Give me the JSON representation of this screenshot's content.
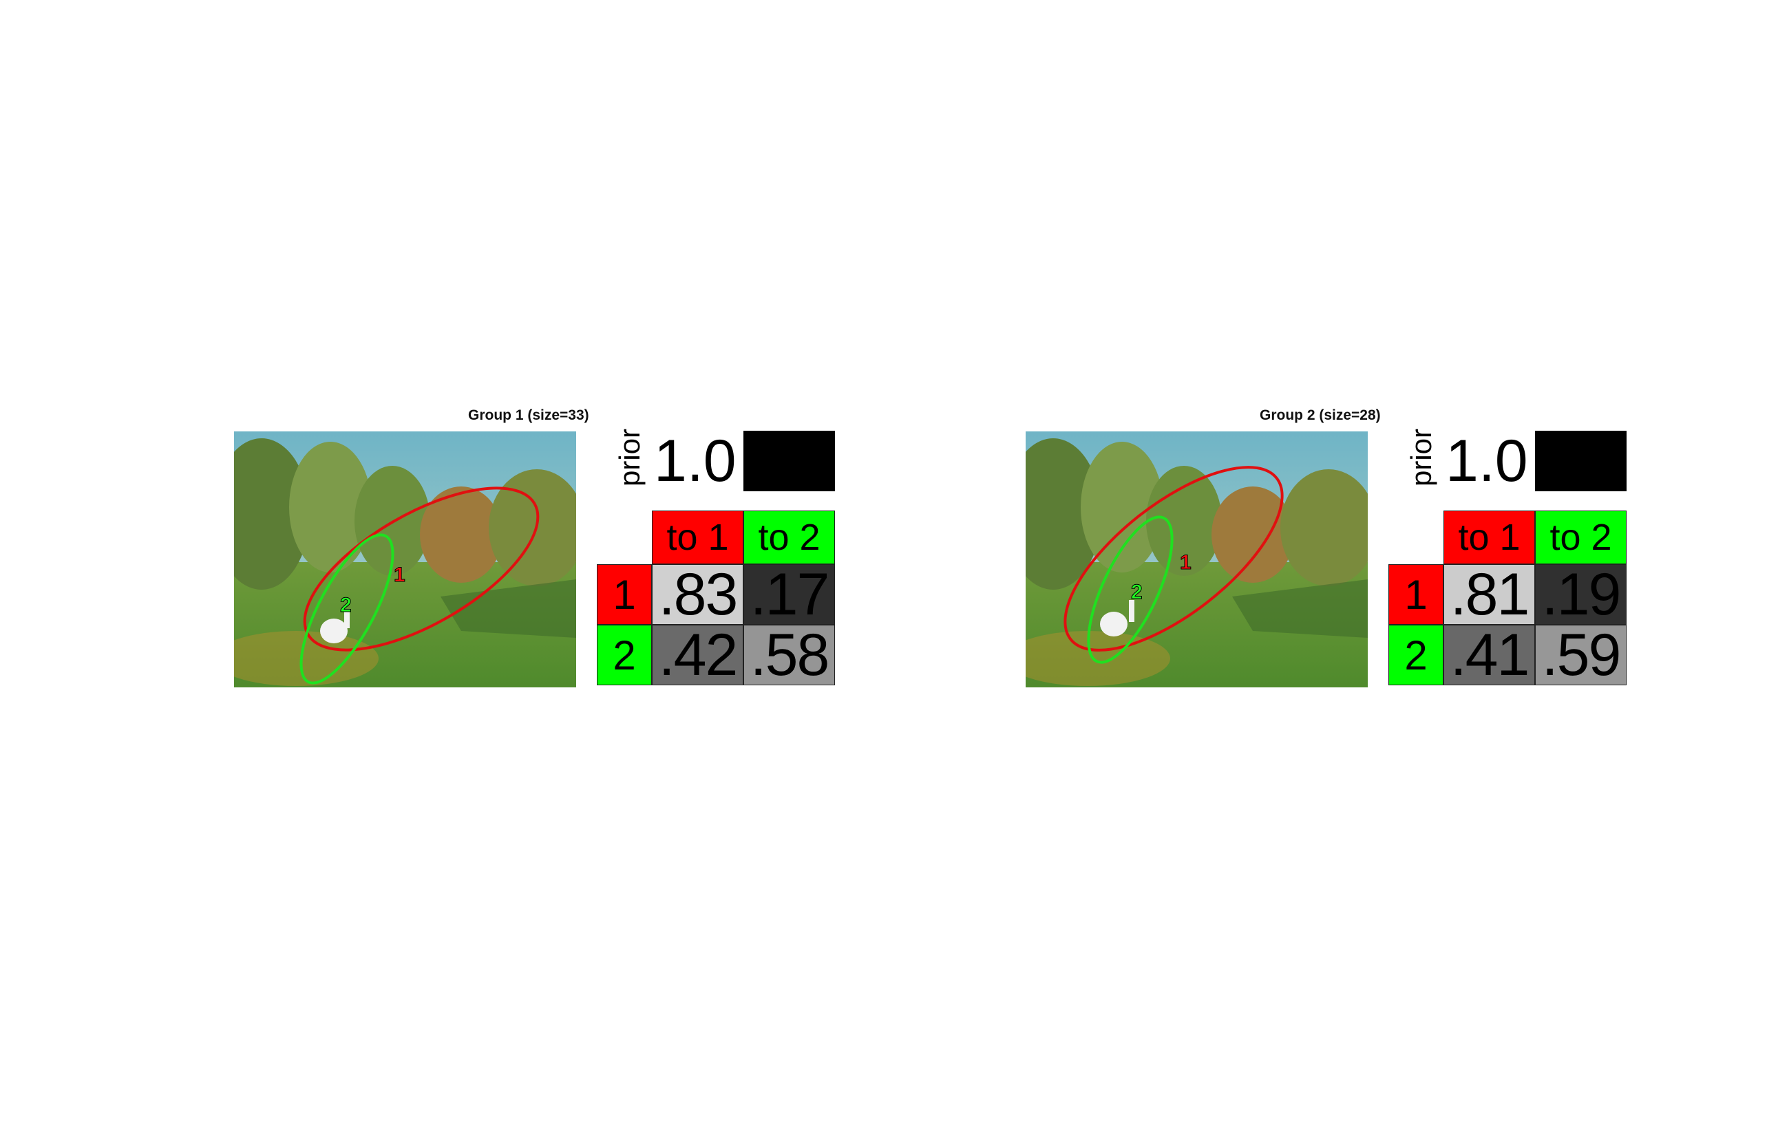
{
  "colors": {
    "cluster_1": "#ff0000",
    "cluster_2": "#00ff00",
    "prior_fill": "#000000"
  },
  "groups": [
    {
      "title": "Group 1 (size=33)",
      "prior_label": "prior",
      "prior_value": "1.0",
      "col_headers": [
        "to 1",
        "to 2"
      ],
      "row_headers": [
        "1",
        "2"
      ],
      "cells": [
        [
          ".83",
          ".17"
        ],
        [
          ".42",
          ".58"
        ]
      ],
      "cell_colors": [
        [
          "#d0d0d0",
          "#2e2e2e"
        ],
        [
          "#6a6a6a",
          "#959595"
        ]
      ],
      "photo_description_icon": "park-with-goose-photo",
      "ellipse_labels": [
        "1",
        "2"
      ]
    },
    {
      "title": "Group 2 (size=28)",
      "prior_label": "prior",
      "prior_value": "1.0",
      "col_headers": [
        "to 1",
        "to 2"
      ],
      "row_headers": [
        "1",
        "2"
      ],
      "cells": [
        [
          ".81",
          ".19"
        ],
        [
          ".41",
          ".59"
        ]
      ],
      "cell_colors": [
        [
          "#cccccc",
          "#303030"
        ],
        [
          "#686868",
          "#979797"
        ]
      ],
      "photo_description_icon": "park-with-goose-photo",
      "ellipse_labels": [
        "1",
        "2"
      ]
    }
  ]
}
